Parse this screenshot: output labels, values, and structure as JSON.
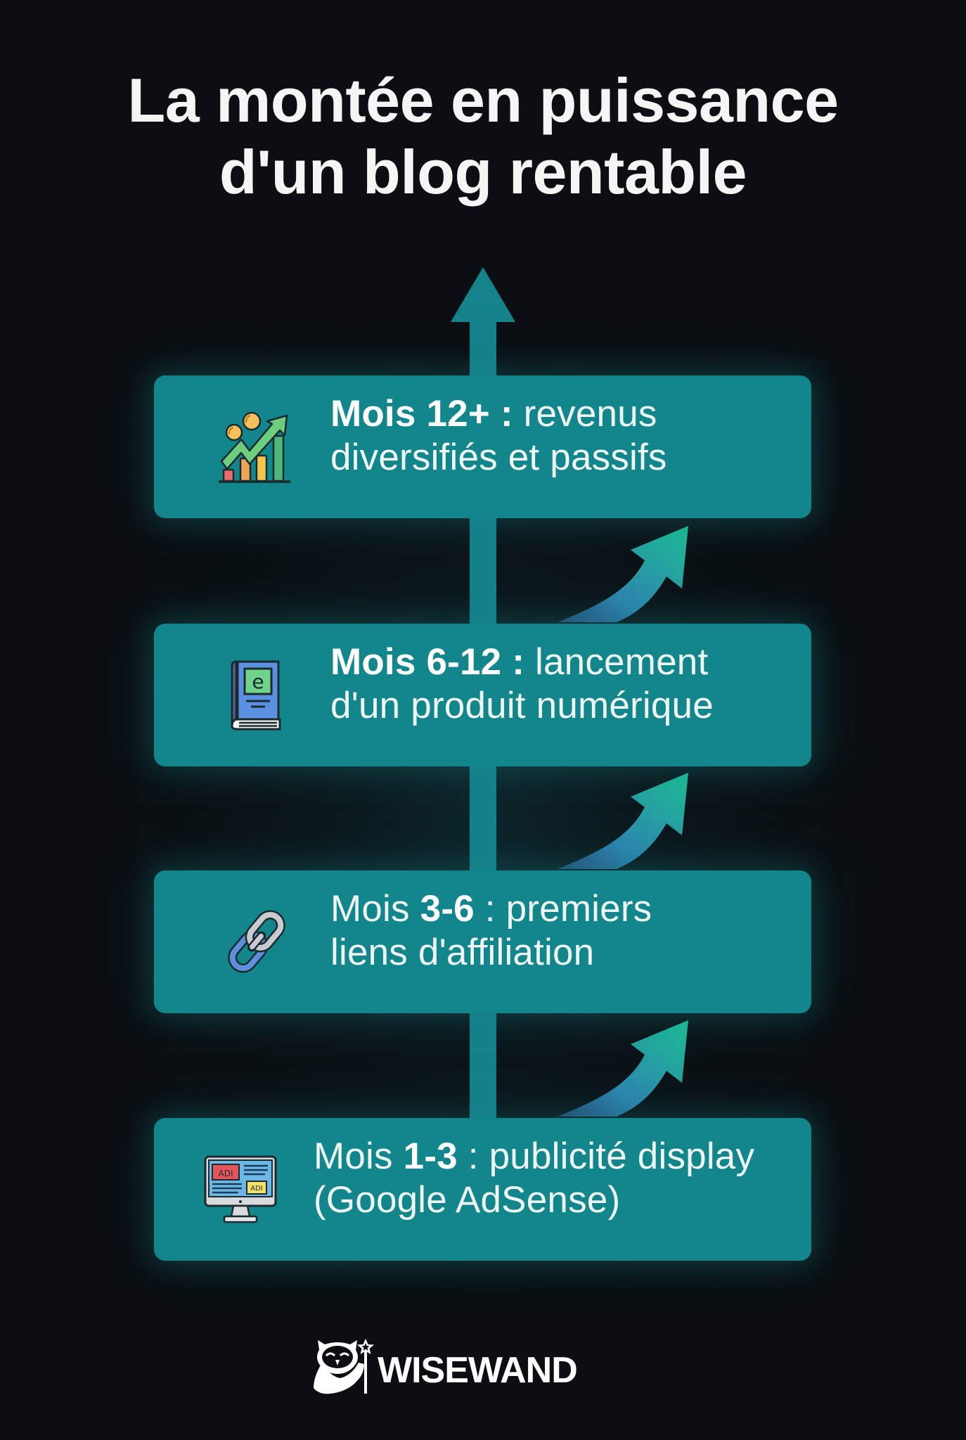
{
  "title": {
    "line1": "La montée en puissance",
    "line2": "d'un blog rentable"
  },
  "colors": {
    "background": "#0b0e12",
    "card": "#13868b",
    "arrow_shaft": "#15838a",
    "curve_arrow_start": "#3a78b4",
    "curve_arrow_end": "#1fbf95",
    "text": "#ffffff"
  },
  "stages": [
    {
      "icon": "growth-chart-coins-icon",
      "line1_prefix": "",
      "line1_bold": "Mois 12+ :",
      "line1_rest": " revenus",
      "line2": "diversifiés et passifs"
    },
    {
      "icon": "ebook-icon",
      "ebook_letter": "e",
      "line1_prefix": "",
      "line1_bold": "Mois 6-12 :",
      "line1_rest": " lancement",
      "line2": "d'un produit numérique"
    },
    {
      "icon": "chain-link-icon",
      "line1_prefix": "Mois ",
      "line1_bold": "3-6",
      "line1_rest": " : premiers",
      "line2": "liens d'affiliation"
    },
    {
      "icon": "monitor-ads-icon",
      "ad_label_1": "ADI",
      "ad_label_2": "ADI",
      "line1_prefix": "Mois ",
      "line1_bold": "1-3",
      "line1_rest": " : publicité display",
      "line2": "(Google AdSense)"
    }
  ],
  "footer": {
    "brand": "WISEWAND",
    "logo_icon": "owl-wand-icon"
  }
}
